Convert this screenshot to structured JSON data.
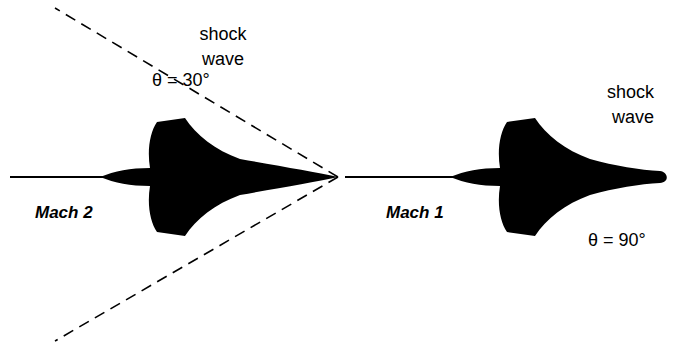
{
  "diagram": {
    "labels": [
      "shock wave",
      "θ = 30°",
      "Mach 2",
      "Mach 1",
      "shock wave",
      "θ = 90°"
    ]
  }
}
